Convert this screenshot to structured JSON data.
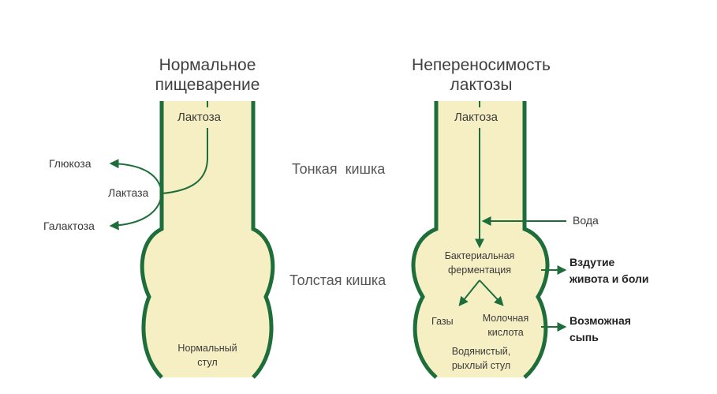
{
  "left": {
    "title_line1": "Нормальное",
    "title_line2": "пищеварение",
    "lactose": "Лактоза",
    "glucose": "Глюкоза",
    "lactase": "Лактаза",
    "galactose": "Галактоза",
    "stool_line1": "Нормальный",
    "stool_line2": "стул"
  },
  "center": {
    "small_intestine": "Тонкая  кишка",
    "large_intestine": "Толстая кишка"
  },
  "right": {
    "title_line1": "Непереносимость",
    "title_line2": "лактозы",
    "lactose": "Лактоза",
    "water": "Вода",
    "fermentation_line1": "Бактериальная",
    "fermentation_line2": "ферментация",
    "gases": "Газы",
    "lactic_line1": "Молочная",
    "lactic_line2": "кислота",
    "stool_line1": "Водянистый,",
    "stool_line2": "рыхлый стул",
    "bloating_line1": "Вздутие",
    "bloating_line2": "живота и боли",
    "rash_line1": "Возможная",
    "rash_line2": "сыпь"
  },
  "colors": {
    "intestine_fill": "#f7efc4",
    "intestine_outline": "#1d6e3a",
    "arrow": "#1d6e3a",
    "text": "#3b3b3b"
  }
}
